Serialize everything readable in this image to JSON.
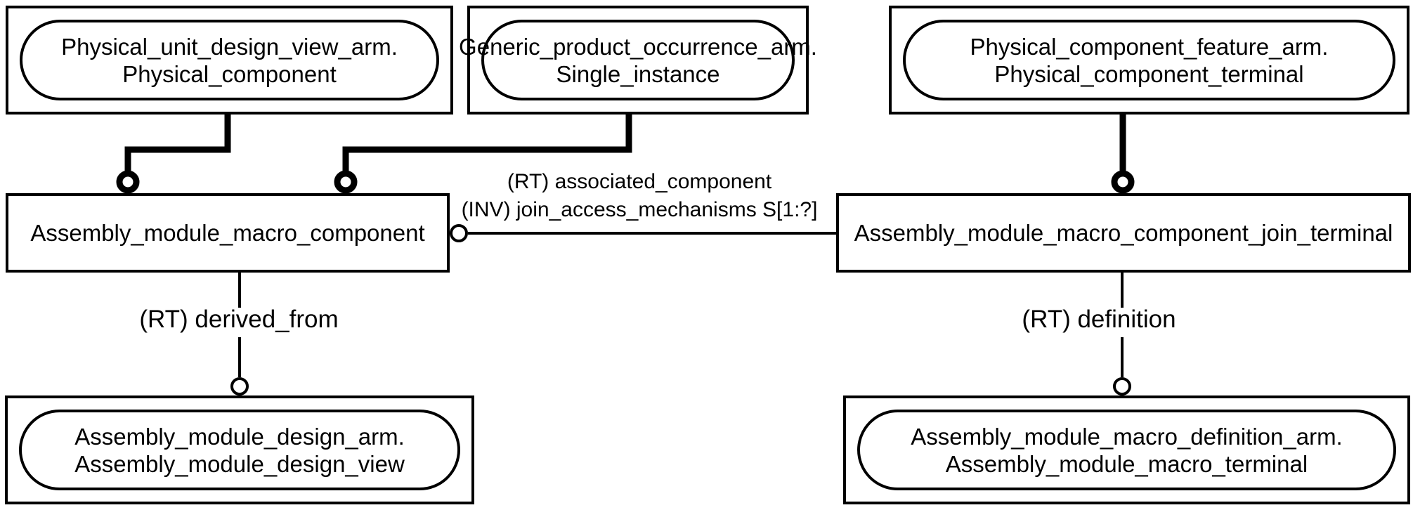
{
  "diagram": {
    "boxes": {
      "physical_component": {
        "line1": "Physical_unit_design_view_arm.",
        "line2": "Physical_component"
      },
      "single_instance": {
        "line1": "Generic_product_occurrence_arm.",
        "line2": "Single_instance"
      },
      "physical_component_terminal": {
        "line1": "Physical_component_feature_arm.",
        "line2": "Physical_component_terminal"
      },
      "assembly_module_macro_component": {
        "label": "Assembly_module_macro_component"
      },
      "assembly_module_macro_component_join_terminal": {
        "label": "Assembly_module_macro_component_join_terminal"
      },
      "assembly_module_design_view": {
        "line1": "Assembly_module_design_arm.",
        "line2": "Assembly_module_design_view"
      },
      "assembly_module_macro_terminal": {
        "line1": "Assembly_module_macro_definition_arm.",
        "line2": "Assembly_module_macro_terminal"
      }
    },
    "relations": {
      "associated_component": {
        "line1": "(RT) associated_component",
        "line2": "(INV) join_access_mechanisms S[1:?]"
      },
      "derived_from": {
        "label": "(RT) derived_from"
      },
      "definition": {
        "label": "(RT) definition"
      }
    },
    "colors": {
      "line": "#000000",
      "background": "#ffffff"
    }
  }
}
